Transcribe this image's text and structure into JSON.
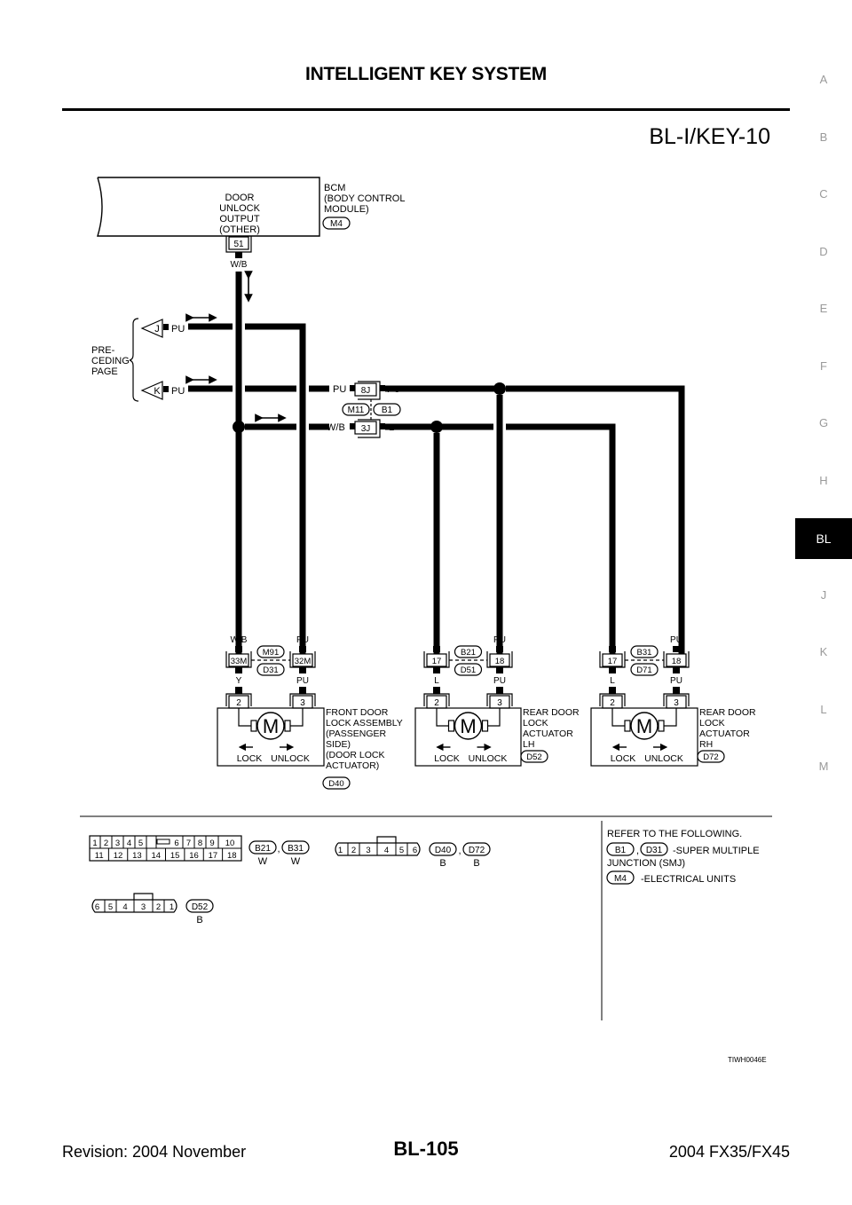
{
  "header": {
    "title": "INTELLIGENT KEY SYSTEM",
    "diagram_id": "BL-I/KEY-10"
  },
  "side_index": {
    "tabs": [
      "A",
      "B",
      "C",
      "D",
      "E",
      "F",
      "G",
      "H",
      "BL",
      "J",
      "K",
      "L",
      "M"
    ],
    "active": "BL"
  },
  "bcm": {
    "function_lines": [
      "DOOR",
      "UNLOCK",
      "OUTPUT",
      "(OTHER)"
    ],
    "name_lines": [
      "BCM",
      "(BODY CONTROL",
      " MODULE)"
    ],
    "connector": "M4",
    "terminal": "51",
    "wire_color": "W/B"
  },
  "preceding_page": {
    "label_lines": [
      "PRE-",
      "CEDING",
      "PAGE"
    ],
    "refs": [
      {
        "letter": "J",
        "wire": "PU"
      },
      {
        "letter": "K",
        "wire": "PU"
      }
    ]
  },
  "smj_junction": {
    "upper": {
      "terminal": "8J",
      "wire_in": "PU",
      "wire_out": "PU"
    },
    "lower": {
      "terminal": "3J",
      "wire_in": "W/B",
      "wire_out": "L"
    },
    "connectors": [
      "M11",
      "B1"
    ]
  },
  "front_door": {
    "in_wires": [
      "W/B",
      "PU"
    ],
    "junction_terminals": [
      "33M",
      "32M"
    ],
    "junction_connectors": [
      "M91",
      "D31"
    ],
    "out_wires": [
      "Y",
      "PU"
    ],
    "pins": [
      "2",
      "3"
    ],
    "motor": "M",
    "lock_label": "LOCK",
    "unlock_label": "UNLOCK",
    "name_lines": [
      "FRONT DOOR",
      "LOCK ASSEMBLY",
      "(PASSENGER",
      " SIDE)",
      "(DOOR LOCK",
      " ACTUATOR)"
    ],
    "connector": "D40"
  },
  "rear_lh": {
    "in_wires": [
      "L",
      "PU"
    ],
    "junction_terminals": [
      "17",
      "18"
    ],
    "junction_connectors": [
      "B21",
      "D51"
    ],
    "out_wires": [
      "L",
      "PU"
    ],
    "pins": [
      "2",
      "3"
    ],
    "motor": "M",
    "lock_label": "LOCK",
    "unlock_label": "UNLOCK",
    "name_lines": [
      "REAR DOOR",
      "LOCK",
      "ACTUATOR",
      "LH"
    ],
    "connector": "D52"
  },
  "rear_rh": {
    "in_wires": [
      "L",
      "PU"
    ],
    "junction_terminals": [
      "17",
      "18"
    ],
    "junction_connectors": [
      "B31",
      "D71"
    ],
    "out_wires": [
      "L",
      "PU"
    ],
    "pins": [
      "2",
      "3"
    ],
    "motor": "M",
    "lock_label": "LOCK",
    "unlock_label": "UNLOCK",
    "name_lines": [
      "REAR DOOR",
      "LOCK",
      "ACTUATOR",
      "RH"
    ],
    "connector": "D72"
  },
  "connector_views": {
    "c18": {
      "top_row": [
        "1",
        "2",
        "3",
        "4",
        "5",
        "6",
        "7",
        "8",
        "9",
        "10"
      ],
      "bottom_row": [
        "11",
        "12",
        "13",
        "14",
        "15",
        "16",
        "17",
        "18"
      ],
      "ids": [
        "B21",
        "B31"
      ],
      "colors": [
        "W",
        "W"
      ]
    },
    "c6a": {
      "pins": [
        "1",
        "2",
        "3",
        "4",
        "5",
        "6"
      ],
      "ids": [
        "D40",
        "D72"
      ],
      "colors": [
        "B",
        "B"
      ]
    },
    "c6b": {
      "pins": [
        "6",
        "5",
        "4",
        "3",
        "2",
        "1"
      ],
      "ids": [
        "D52"
      ],
      "colors": [
        "B"
      ]
    }
  },
  "reference": {
    "heading": "REFER TO THE FOLLOWING.",
    "smj_ids": [
      "B1",
      "D31"
    ],
    "smj_text_1": "-SUPER MULTIPLE",
    "smj_text_2": "JUNCTION (SMJ)",
    "eu_id": "M4",
    "eu_text": "-ELECTRICAL UNITS"
  },
  "figure_code": "TIWH0046E",
  "footer": {
    "revision": "Revision: 2004 November",
    "page": "BL-105",
    "model": "2004 FX35/FX45"
  }
}
